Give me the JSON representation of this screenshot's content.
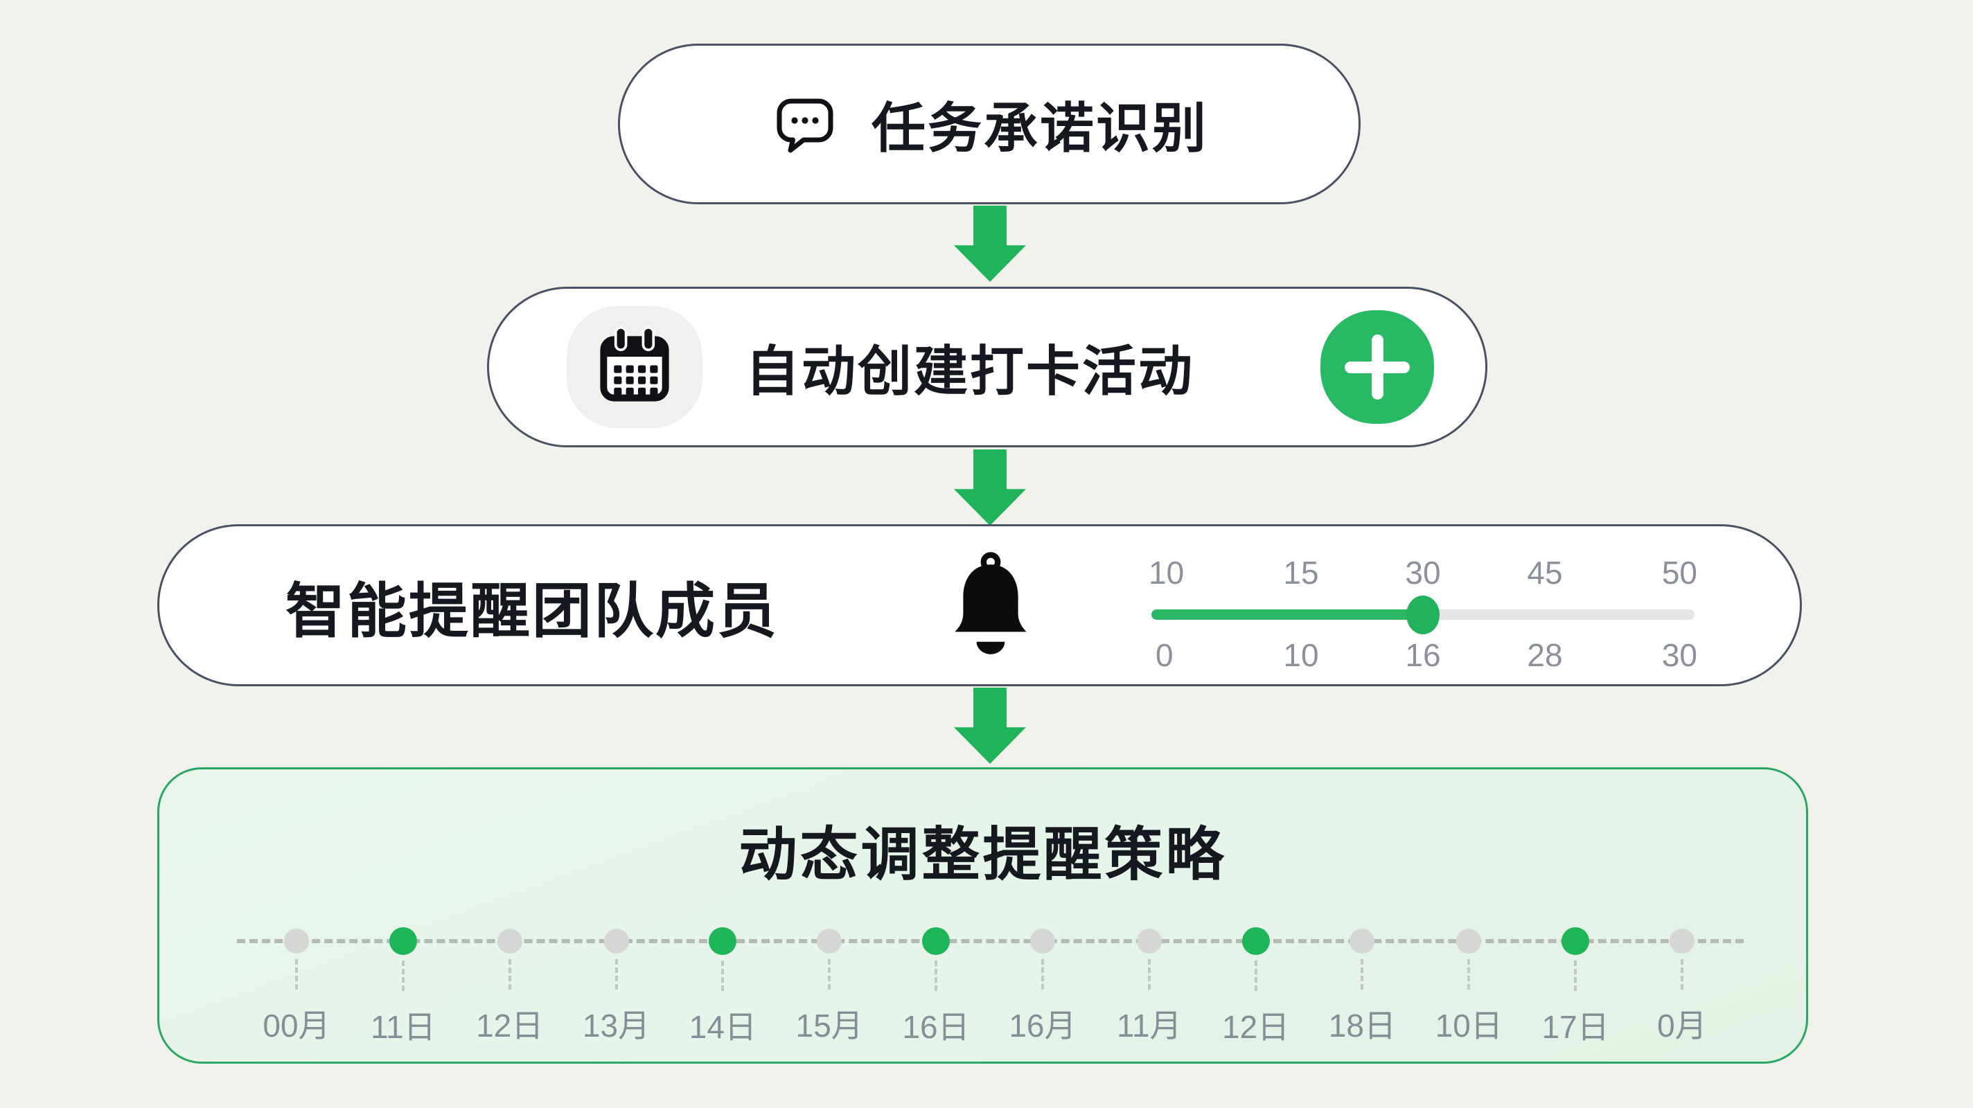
{
  "colors": {
    "background": "#f1f2ec",
    "pill_border": "#4a5164",
    "accent_green": "#1fb45c",
    "plus_button_green": "#27b964",
    "slider_fill_green": "#2bb763",
    "slider_track_gray": "#e2e4e6",
    "panel_background": "#e8f4ea",
    "panel_border": "#2ba765",
    "inactive_dot_gray": "#d5d7d5",
    "active_dot_green": "#1db558",
    "muted_text_gray": "#8b909b"
  },
  "steps": {
    "step1": {
      "label": "任务承诺识别",
      "icon": "chat-bubble-icon"
    },
    "step2": {
      "label": "自动创建打卡活动",
      "icon": "calendar-icon",
      "action_icon": "plus-icon"
    },
    "step3": {
      "label": "智能提醒团队成员",
      "icon": "bell-icon"
    },
    "step4": {
      "label": "动态调整提醒策略"
    }
  },
  "slider": {
    "top_labels": [
      "10",
      "15",
      "30",
      "45",
      "50"
    ],
    "bottom_labels": [
      "0",
      "10",
      "16",
      "28",
      "30"
    ],
    "fill_percent": 50,
    "selected_top_value": "30",
    "selected_bottom_value": "16"
  },
  "timeline": {
    "items": [
      {
        "label": "00月",
        "active": false
      },
      {
        "label": "11日",
        "active": true
      },
      {
        "label": "12日",
        "active": false
      },
      {
        "label": "13月",
        "active": false
      },
      {
        "label": "14日",
        "active": true
      },
      {
        "label": "15月",
        "active": false
      },
      {
        "label": "16日",
        "active": true
      },
      {
        "label": "16月",
        "active": false
      },
      {
        "label": "11月",
        "active": false
      },
      {
        "label": "12日",
        "active": true
      },
      {
        "label": "18日",
        "active": false
      },
      {
        "label": "10日",
        "active": false
      },
      {
        "label": "17日",
        "active": true
      },
      {
        "label": "0月",
        "active": false
      }
    ]
  }
}
